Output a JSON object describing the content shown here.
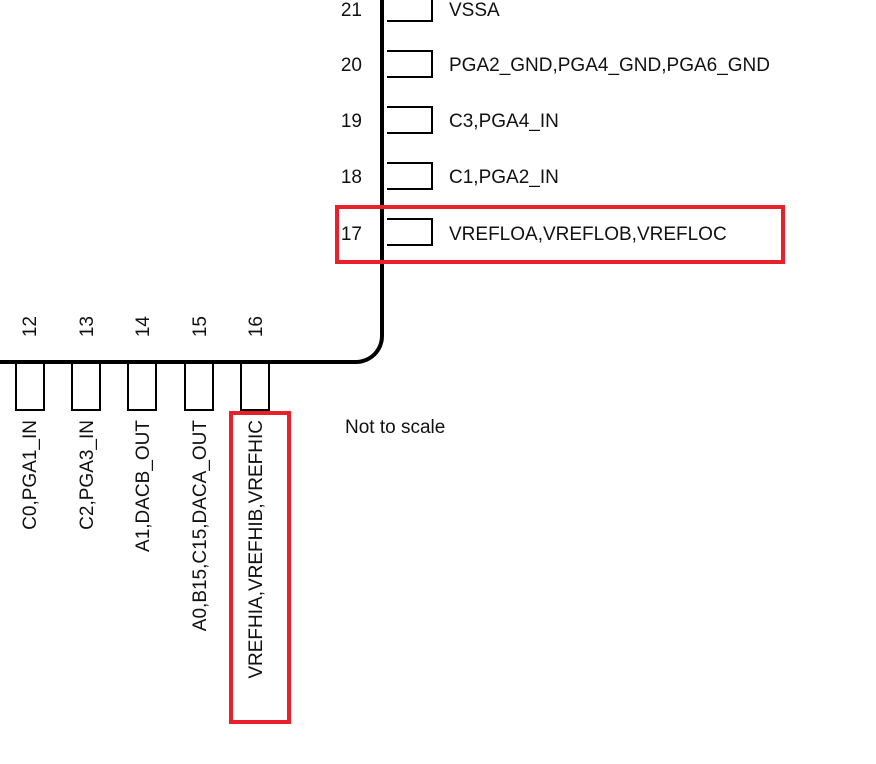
{
  "right_pins": [
    {
      "number": "21",
      "name": "VSSA"
    },
    {
      "number": "20",
      "name": "PGA2_GND,PGA4_GND,PGA6_GND"
    },
    {
      "number": "19",
      "name": "C3,PGA4_IN"
    },
    {
      "number": "18",
      "name": "C1,PGA2_IN"
    },
    {
      "number": "17",
      "name": "VREFLOA,VREFLOB,VREFLOC"
    }
  ],
  "bottom_pins": [
    {
      "number": "12",
      "name": "C0,PGA1_IN"
    },
    {
      "number": "13",
      "name": "C2,PGA3_IN"
    },
    {
      "number": "14",
      "name": "A1,DACB_OUT"
    },
    {
      "number": "15",
      "name": "A0,B15,C15,DACA_OUT"
    },
    {
      "number": "16",
      "name": "VREFHIA,VREFHIB,VREFHIC"
    }
  ],
  "note": "Not to scale",
  "highlight_color": "#e8202a",
  "highlighted_pins": [
    "17",
    "16"
  ]
}
